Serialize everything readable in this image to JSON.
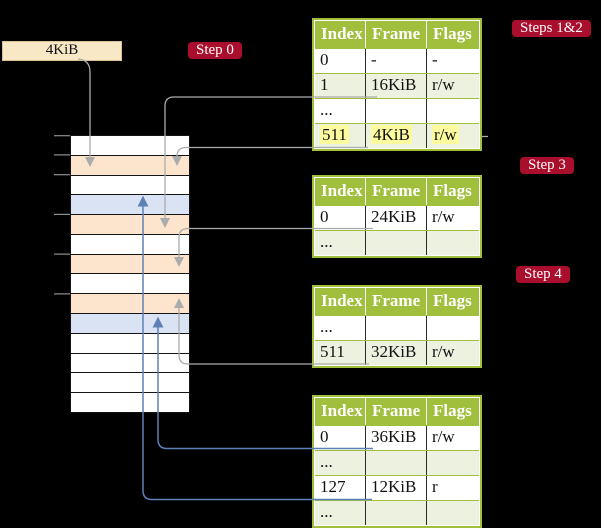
{
  "labels": {
    "frame_size": "4KiB"
  },
  "steps": {
    "step0": "Step 0",
    "steps12": "Steps 1&2",
    "step3": "Step 3",
    "step4": "Step 4"
  },
  "memory": {
    "rows": [
      "plain",
      "orange",
      "plain",
      "blue",
      "orange",
      "plain",
      "orange",
      "plain",
      "orange",
      "blue",
      "plain",
      "plain",
      "plain",
      "plain"
    ]
  },
  "tables": [
    {
      "name": "page-table-steps-1-2",
      "headers": [
        "Index",
        "Frame",
        "Flags"
      ],
      "rows": [
        {
          "index": "0",
          "frame": "-",
          "flags": "-",
          "shaded": false,
          "highlight": false
        },
        {
          "index": "1",
          "frame": "16KiB",
          "flags": "r/w",
          "shaded": true,
          "highlight": false
        },
        {
          "index": "...",
          "frame": "",
          "flags": "",
          "shaded": false,
          "highlight": false
        },
        {
          "index": "511",
          "frame": "4KiB",
          "flags": "r/w",
          "shaded": true,
          "highlight": true
        }
      ]
    },
    {
      "name": "page-table-step-3",
      "headers": [
        "Index",
        "Frame",
        "Flags"
      ],
      "rows": [
        {
          "index": "0",
          "frame": "24KiB",
          "flags": "r/w",
          "shaded": false,
          "highlight": false
        },
        {
          "index": "...",
          "frame": "",
          "flags": "",
          "shaded": true,
          "highlight": false
        }
      ]
    },
    {
      "name": "page-table-step-4",
      "headers": [
        "Index",
        "Frame",
        "Flags"
      ],
      "rows": [
        {
          "index": "...",
          "frame": "",
          "flags": "",
          "shaded": false,
          "highlight": false
        },
        {
          "index": "511",
          "frame": "32KiB",
          "flags": "r/w",
          "shaded": true,
          "highlight": false
        }
      ]
    },
    {
      "name": "page-table-leaf",
      "headers": [
        "Index",
        "Frame",
        "Flags"
      ],
      "rows": [
        {
          "index": "0",
          "frame": "36KiB",
          "flags": "r/w",
          "shaded": false,
          "highlight": false
        },
        {
          "index": "...",
          "frame": "",
          "flags": "",
          "shaded": true,
          "highlight": false
        },
        {
          "index": "127",
          "frame": "12KiB",
          "flags": "r",
          "shaded": false,
          "highlight": false
        },
        {
          "index": "...",
          "frame": "",
          "flags": "",
          "shaded": true,
          "highlight": false
        }
      ]
    }
  ],
  "colors": {
    "green": "#A0BF3C",
    "shade": "#EDF1DF",
    "yellow": "#FCFC9E",
    "orange": "#FCE5CC",
    "blue": "#D9E3F4",
    "red": "#A90E2D",
    "cream": "#F8E8C6",
    "gray": "#ABABAB",
    "bluearrow": "#5E80B6"
  }
}
